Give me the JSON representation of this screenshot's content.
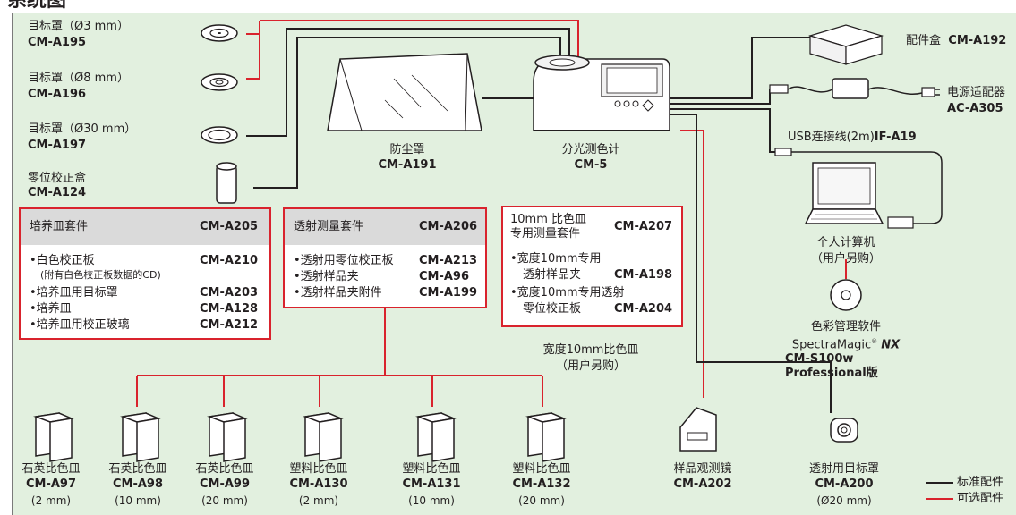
{
  "header": {
    "title": "系统图"
  },
  "colors": {
    "standard_line": "#231f20",
    "optional_line": "#d9232d",
    "panel_bg": "#e2f0df",
    "box_header_bg": "#dadada"
  },
  "targets": [
    {
      "name": "目标罩（Ø3 mm）",
      "code": "CM-A195"
    },
    {
      "name": "目标罩（Ø8 mm）",
      "code": "CM-A196"
    },
    {
      "name": "目标罩（Ø30 mm）",
      "code": "CM-A197"
    }
  ],
  "zero_box": {
    "name": "零位校正盒",
    "code": "CM-A124"
  },
  "dust_cover": {
    "name": "防尘罩",
    "code": "CM-A191"
  },
  "spectro": {
    "name": "分光测色计",
    "code": "CM-5"
  },
  "accessory_case": {
    "name": "配件盒",
    "code": "CM-A192"
  },
  "adapter": {
    "name": "电源适配器",
    "code": "AC-A305"
  },
  "usb": {
    "label": "USB连接线(2m)",
    "code": "IF-A19"
  },
  "pc": {
    "line1": "个人计算机",
    "line2": "（用户另购）"
  },
  "software": {
    "line1": "色彩管理软件",
    "brand": "SpectraMagic",
    "brand_suffix": "NX",
    "code": "CM-S100w",
    "edition": "Professional版"
  },
  "kit_petri": {
    "title": "培养皿套件",
    "code": "CM-A205",
    "items": [
      {
        "label": "•白色校正板",
        "code": "CM-A210"
      },
      {
        "label": "(附有白色校正板数据的CD)",
        "code": ""
      },
      {
        "label": "•培养皿用目标罩",
        "code": "CM-A203"
      },
      {
        "label": "•培养皿",
        "code": "CM-A128"
      },
      {
        "label": "•培养皿用校正玻璃",
        "code": "CM-A212"
      }
    ]
  },
  "kit_trans": {
    "title": "透射测量套件",
    "code": "CM-A206",
    "items": [
      {
        "label": "•透射用零位校正板",
        "code": "CM-A213"
      },
      {
        "label": "•透射样品夹",
        "code": "CM-A96"
      },
      {
        "label": "•透射样品夹附件",
        "code": "CM-A199"
      }
    ]
  },
  "kit_10mm": {
    "title1": "10mm 比色皿",
    "title2": "专用测量套件",
    "code": "CM-A207",
    "items": [
      {
        "label": "•宽度10mm专用",
        "code": ""
      },
      {
        "label": "透射样品夹",
        "code": "CM-A198"
      },
      {
        "label": "•宽度10mm专用透射",
        "code": ""
      },
      {
        "label": "零位校正板",
        "code": "CM-A204"
      }
    ]
  },
  "cell_10mm": {
    "line1": "宽度10mm比色皿",
    "line2": "（用户另购）"
  },
  "cells": [
    {
      "name": "石英比色皿",
      "code": "CM-A97",
      "size": "(2 mm)"
    },
    {
      "name": "石英比色皿",
      "code": "CM-A98",
      "size": "(10 mm)"
    },
    {
      "name": "石英比色皿",
      "code": "CM-A99",
      "size": "(20 mm)"
    },
    {
      "name": "塑料比色皿",
      "code": "CM-A130",
      "size": "(2 mm)"
    },
    {
      "name": "塑料比色皿",
      "code": "CM-A131",
      "size": "(10 mm)"
    },
    {
      "name": "塑料比色皿",
      "code": "CM-A132",
      "size": "(20 mm)"
    }
  ],
  "viewer": {
    "name": "样品观测镜",
    "code": "CM-A202"
  },
  "trans_target": {
    "name": "透射用目标罩",
    "code": "CM-A200",
    "size": "(Ø20 mm)"
  },
  "legend": {
    "standard": "标准配件",
    "optional": "可选配件"
  }
}
